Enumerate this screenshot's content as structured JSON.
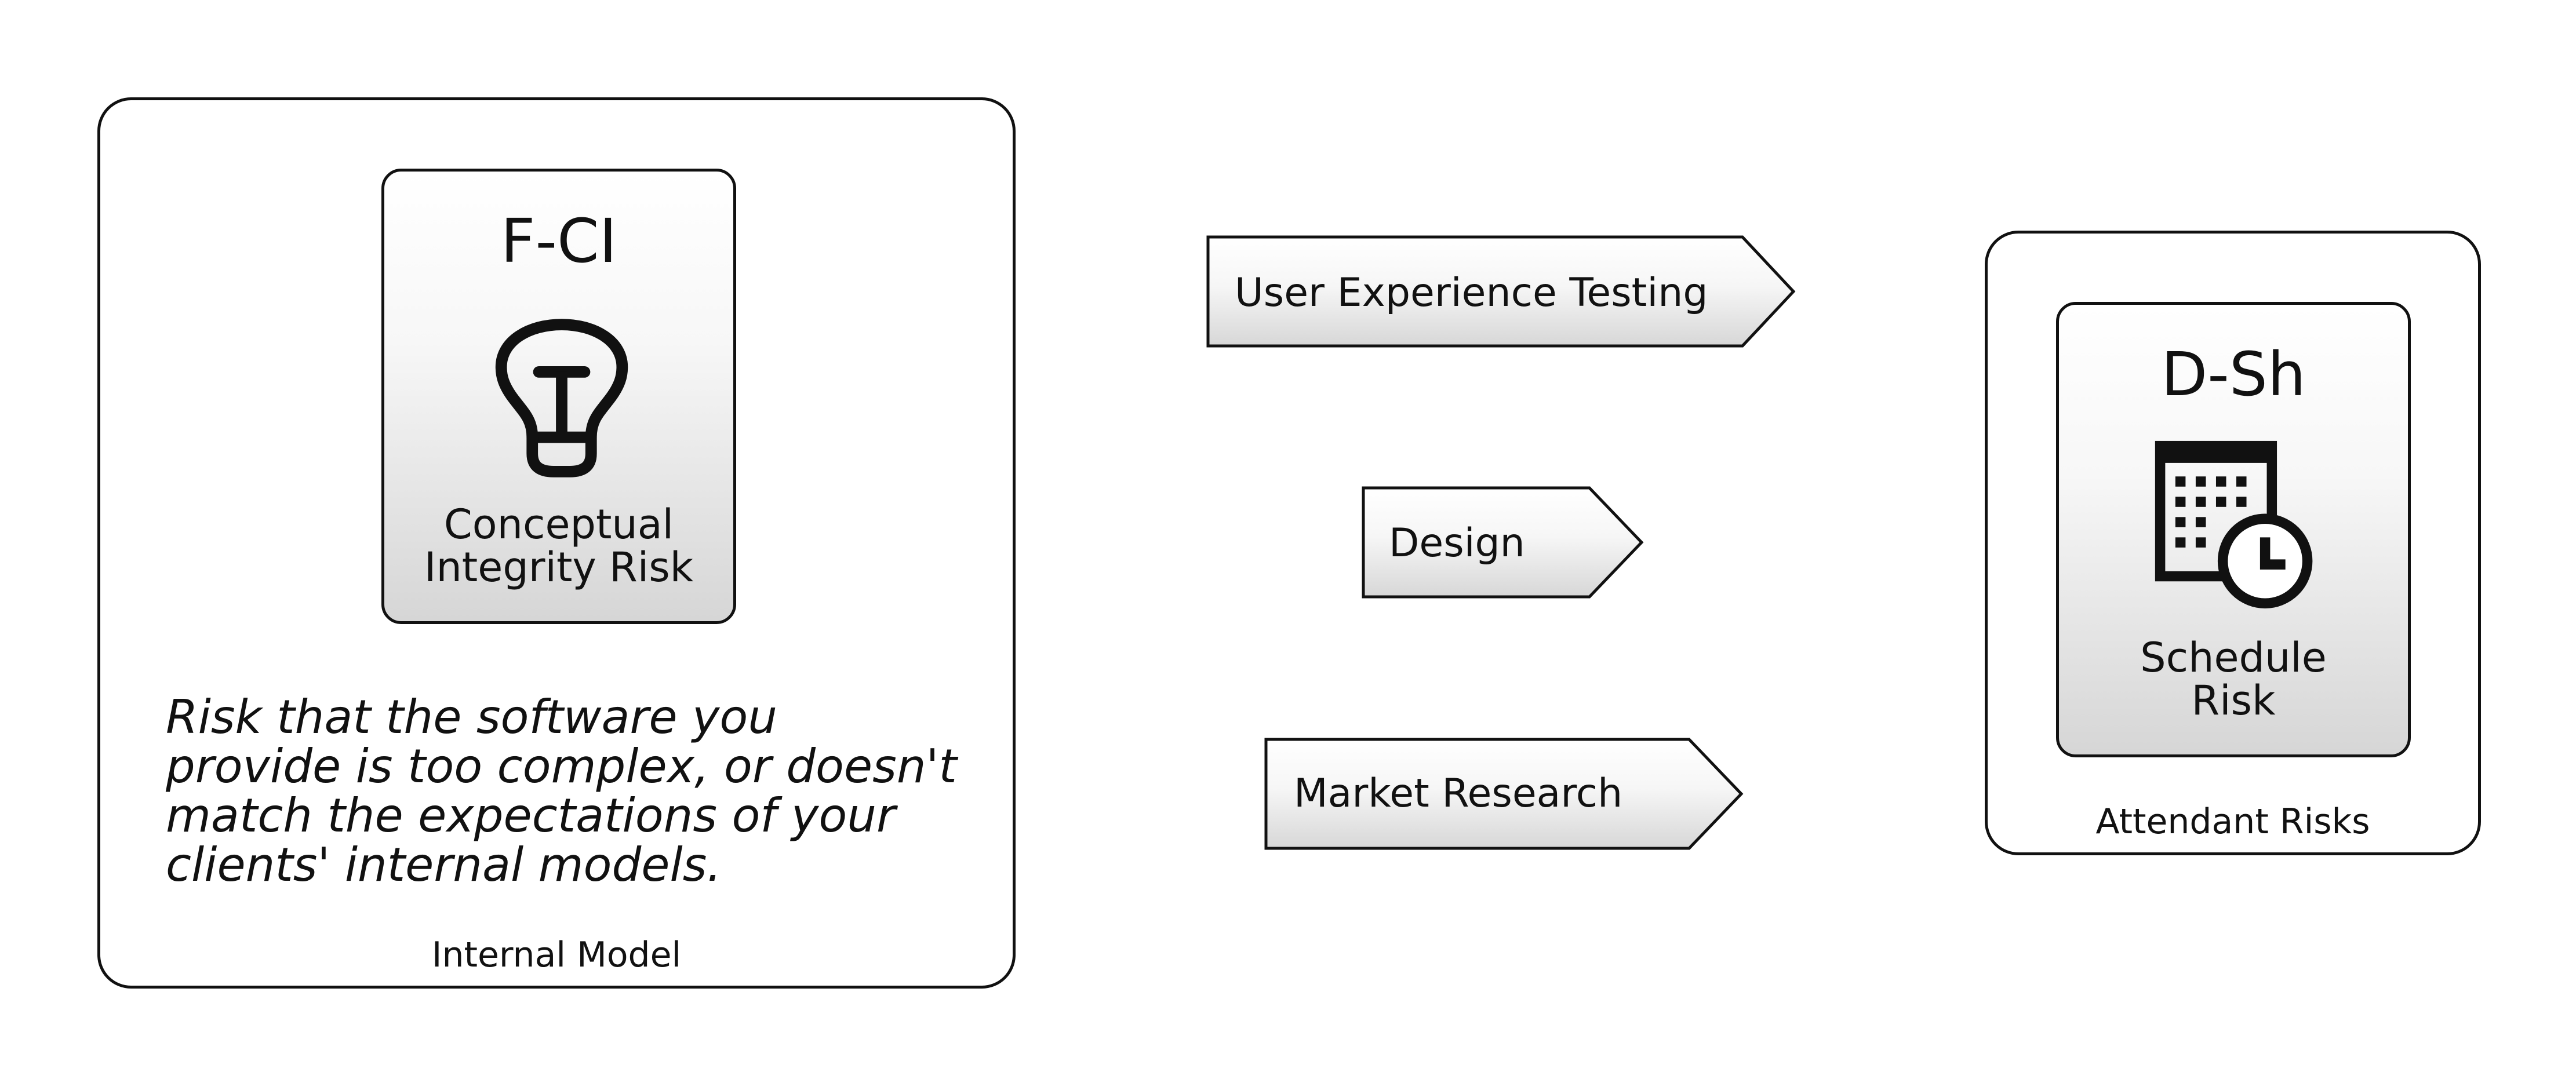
{
  "internal_model": {
    "frame_label": "Internal Model",
    "card": {
      "code": "F-CI",
      "name_line1": "Conceptual",
      "name_line2": "Integrity Risk",
      "icon": "lightbulb-icon"
    },
    "description": "Risk that the software you provide is too complex, or doesn't match the expectations of your clients' internal models."
  },
  "actions": [
    {
      "label": "User Experience Testing"
    },
    {
      "label": "Design"
    },
    {
      "label": "Market Research"
    }
  ],
  "attendant_risks": {
    "frame_label": "Attendant Risks",
    "card": {
      "code": "D-Sh",
      "name_line1": "Schedule",
      "name_line2": "Risk",
      "icon": "calendar-clock-icon"
    }
  }
}
